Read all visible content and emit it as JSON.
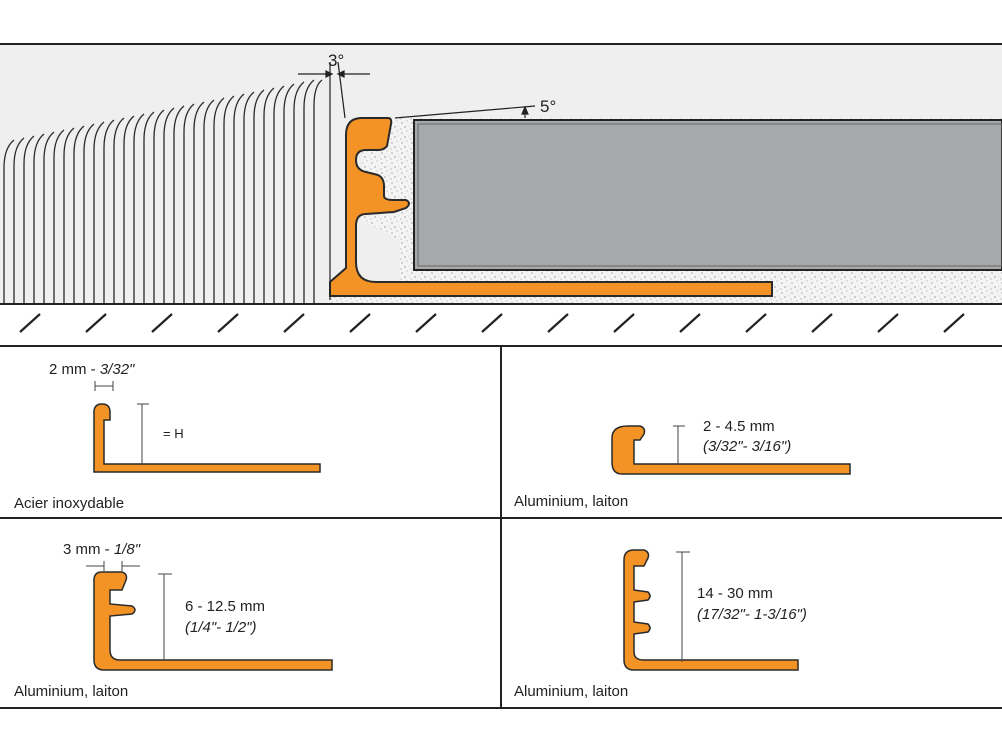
{
  "colors": {
    "profile_orange": "#f39325",
    "profile_stroke": "#2a2a2a",
    "tile_gray": "#a7a8aa",
    "background_light": "#eeefee",
    "line_dark": "#222222"
  },
  "top_diagram": {
    "angle_left": "3°",
    "angle_right": "5°"
  },
  "panels": [
    {
      "material": "Acier inoxydable",
      "thickness_metric": "2 mm - ",
      "thickness_imperial": "3/32\"",
      "height_label": "= H"
    },
    {
      "material": "Aluminium, laiton",
      "height_metric": "2 - 4.5 mm",
      "height_imperial": "(3/32\"- 3/16\")"
    },
    {
      "material": "Aluminium, laiton",
      "thickness_metric": "3 mm - ",
      "thickness_imperial": "1/8\"",
      "height_metric": "6 - 12.5 mm",
      "height_imperial": "(1/4\"- 1/2\")"
    },
    {
      "material": "Aluminium, laiton",
      "height_metric": "14 - 30 mm",
      "height_imperial": "(17/32\"- 1-3/16\")"
    }
  ]
}
